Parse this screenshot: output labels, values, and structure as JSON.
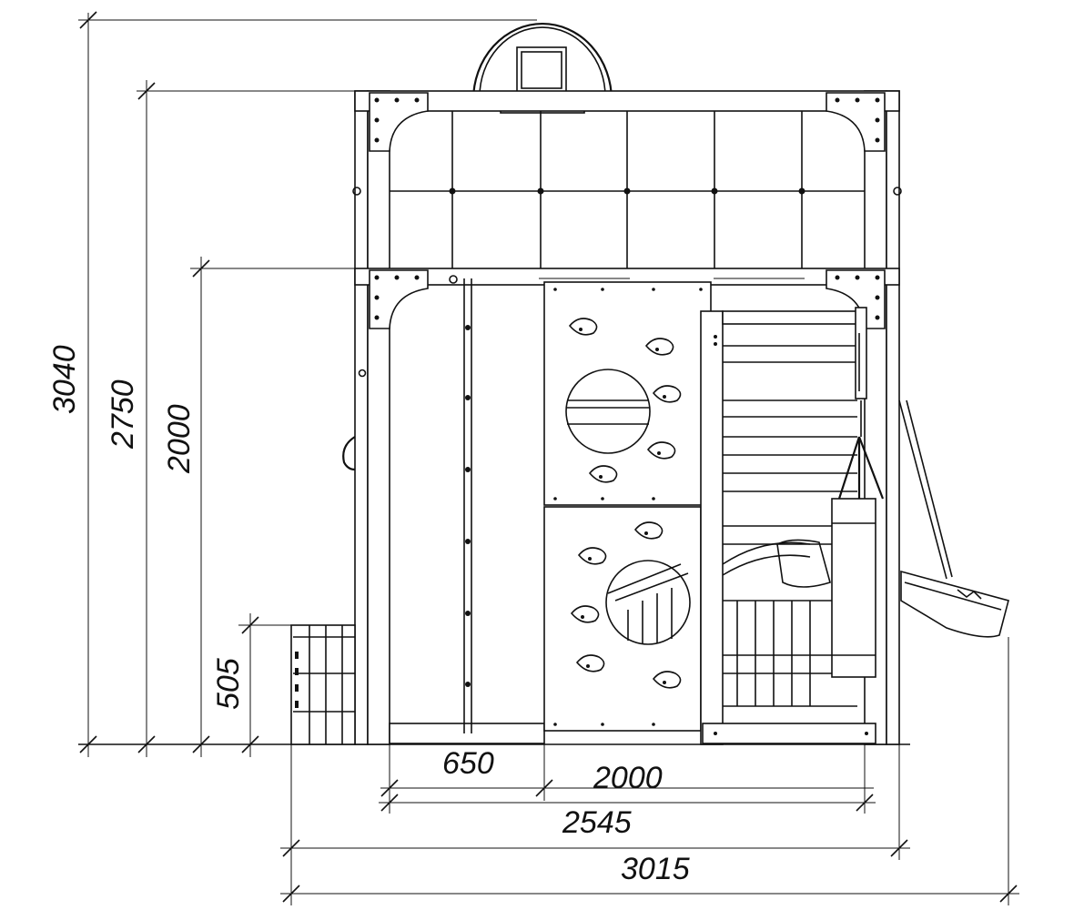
{
  "diagram": {
    "type": "technical-elevation-drawing",
    "line_color": "#111111",
    "background": "#ffffff",
    "dimensions": {
      "vertical": [
        {
          "id": "overall_height",
          "label": "3040",
          "value": 3040
        },
        {
          "id": "frame_height",
          "label": "2750",
          "value": 2750
        },
        {
          "id": "deck_height",
          "label": "2000",
          "value": 2000
        },
        {
          "id": "step_height",
          "label": "505",
          "value": 505
        }
      ],
      "horizontal": [
        {
          "id": "ladder_width",
          "label": "650",
          "value": 650
        },
        {
          "id": "module_width",
          "label": "2000",
          "value": 2000
        },
        {
          "id": "base_width",
          "label": "2545",
          "value": 2545
        },
        {
          "id": "overall_width",
          "label": "3015",
          "value": 3015
        }
      ]
    },
    "components": [
      "basketball-hoop",
      "net-grid",
      "climbing-wall",
      "rope-ladder",
      "wall-bars",
      "swing",
      "slide",
      "steps"
    ]
  }
}
